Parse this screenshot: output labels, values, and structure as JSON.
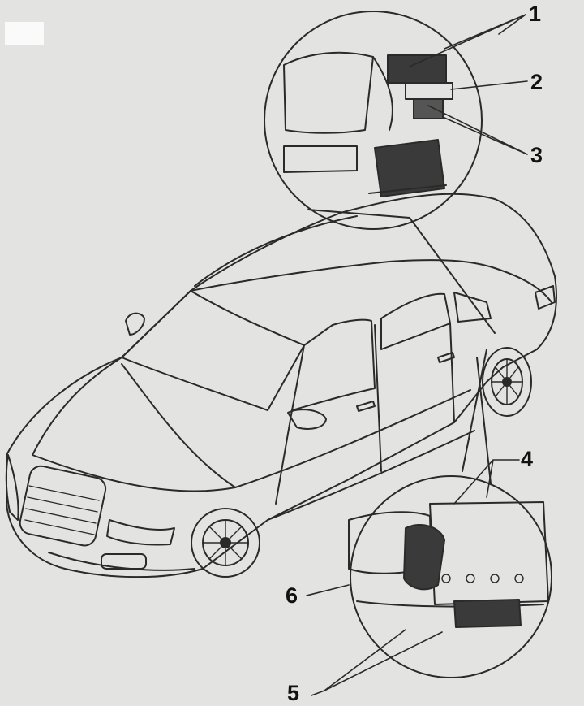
{
  "diagram": {
    "callouts": [
      {
        "id": "1",
        "label": "1"
      },
      {
        "id": "2",
        "label": "2"
      },
      {
        "id": "3",
        "label": "3"
      },
      {
        "id": "4",
        "label": "4"
      },
      {
        "id": "5",
        "label": "5"
      },
      {
        "id": "6",
        "label": "6"
      }
    ]
  },
  "colors": {
    "paper": "#e3e3e1",
    "ink": "#2a2a2a",
    "dark_part": "#3a3a3a",
    "label_patch": "#fafafa"
  }
}
